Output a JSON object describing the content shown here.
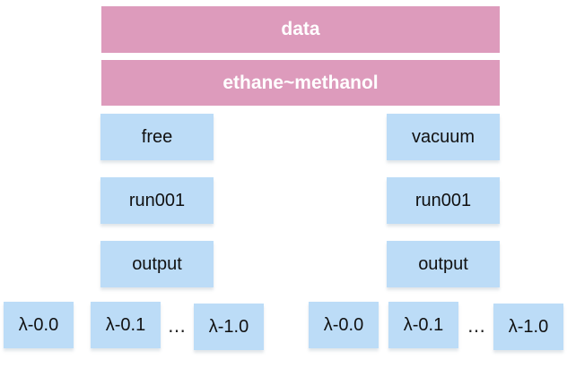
{
  "header": {
    "data_label": "data",
    "pair_label": "ethane~methanol"
  },
  "branches": {
    "free": {
      "label": "free",
      "run": "run001",
      "output": "output",
      "lambdas": [
        "λ-0.0",
        "λ-0.1",
        "λ-1.0"
      ]
    },
    "vacuum": {
      "label": "vacuum",
      "run": "run001",
      "output": "output",
      "lambdas": [
        "λ-0.0",
        "λ-0.1",
        "λ-1.0"
      ]
    }
  },
  "ellipsis": "…",
  "colors": {
    "header_bg": "#dd9bbc",
    "node_bg": "#bcdcf7"
  }
}
